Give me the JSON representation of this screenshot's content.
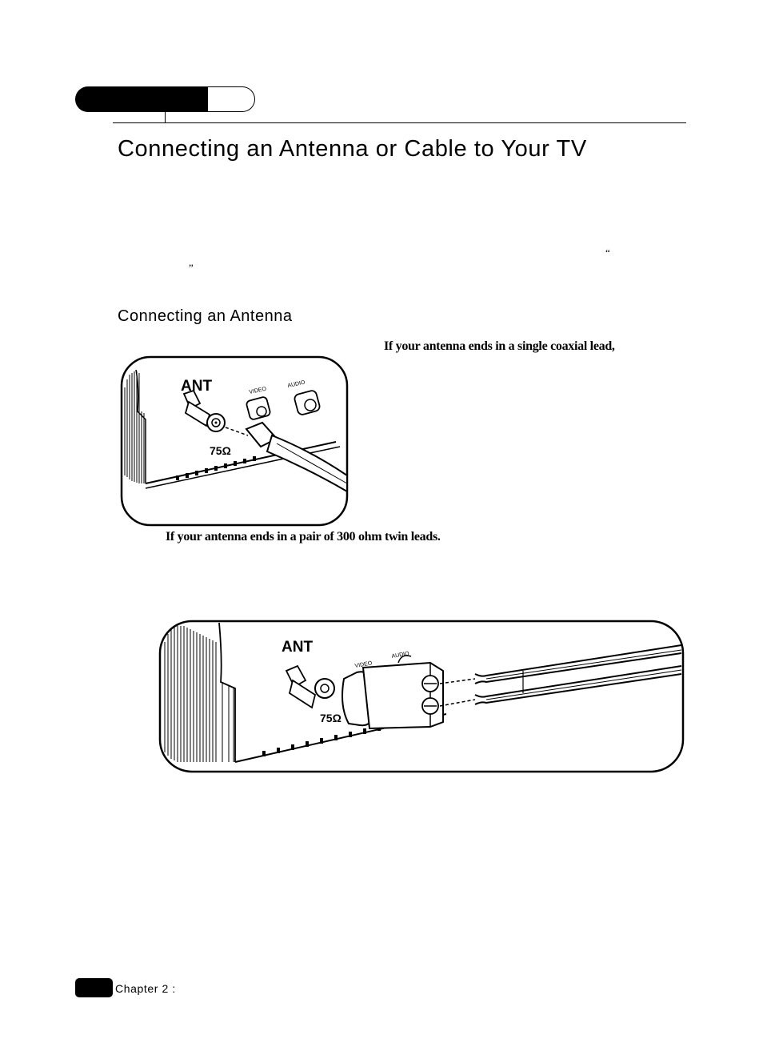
{
  "page": {
    "title": "Connecting an Antenna or Cable to Your TV",
    "open_quote": "“",
    "close_quote": "”",
    "section_heading": "Connecting an Antenna",
    "coaxial_text": "If your antenna ends in a single coaxial lead,",
    "twin_lead_text": "If your antenna ends in a pair of 300 ohm twin leads.",
    "footer_chapter": "Chapter 2 :"
  },
  "figure1": {
    "ant_label": "ANT",
    "video_label": "VIDEO",
    "audio_label": "AUDIO",
    "ohm_label": "75Ω"
  },
  "figure2": {
    "ant_label": "ANT",
    "video_label": "VIDEO",
    "audio_label": "AUDIO",
    "ohm_label": "75Ω"
  }
}
